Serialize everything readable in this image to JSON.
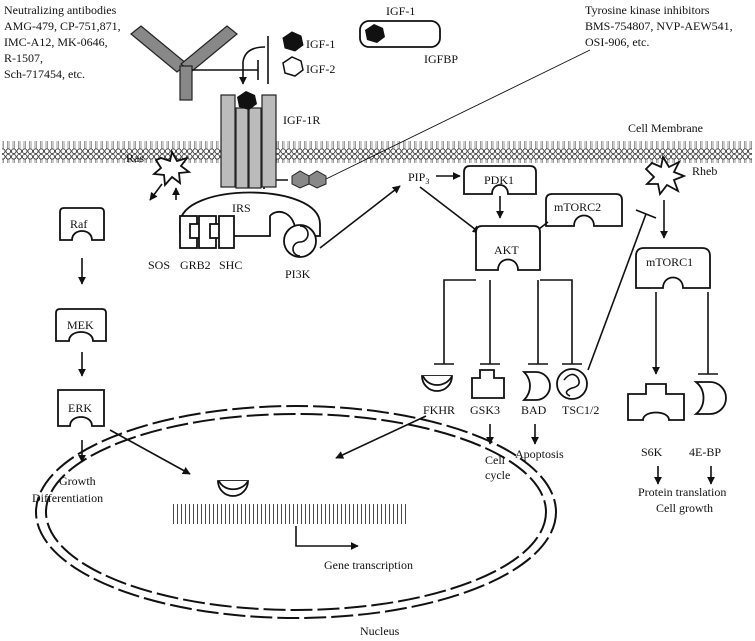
{
  "neutralizing": {
    "heading": "Neutralizing antibodies",
    "lines": [
      "AMG-479, CP-751,871,",
      "IMC-A12, MK-0646,",
      "R-1507,",
      "Sch-717454, etc."
    ]
  },
  "ligands": {
    "igf1": "IGF-1",
    "igf2": "IGF-2"
  },
  "igfbp_box": {
    "igf1": "IGF-1",
    "igfbp": "IGFBP"
  },
  "tki": {
    "heading": "Tyrosine kinase inhibitors",
    "lines": [
      "BMS-754807, NVP-AEW541,",
      "OSI-906, etc."
    ]
  },
  "receptor": "IGF-1R",
  "membrane": "Cell Membrane",
  "nodes": {
    "ras": "Ras",
    "raf": "Raf",
    "mek": "MEK",
    "erk": "ERK",
    "irs": "IRS",
    "sos": "SOS",
    "grb2": "GRB2",
    "shc": "SHC",
    "pi3k": "PI3K",
    "pip3": "PIP",
    "pip3_sub": "3",
    "pdk1": "PDK1",
    "mtorc2": "mTORC2",
    "akt": "AKT",
    "rheb": "Rheb",
    "mtorc1": "mTORC1",
    "fkhr": "FKHR",
    "gsk3": "GSK3",
    "bad": "BAD",
    "tsc": "TSC1/2",
    "s6k": "S6K",
    "4ebp": "4E-BP"
  },
  "outcomes": {
    "growth": "Growth",
    "differentiation": "Differentiation",
    "cell": "Cell",
    "cycle": "cycle",
    "apoptosis": "Apoptosis",
    "protein": "Protein translation",
    "cell_growth": "Cell growth"
  },
  "nucleus": {
    "transcription": "Gene transcription",
    "label": "Nucleus"
  }
}
